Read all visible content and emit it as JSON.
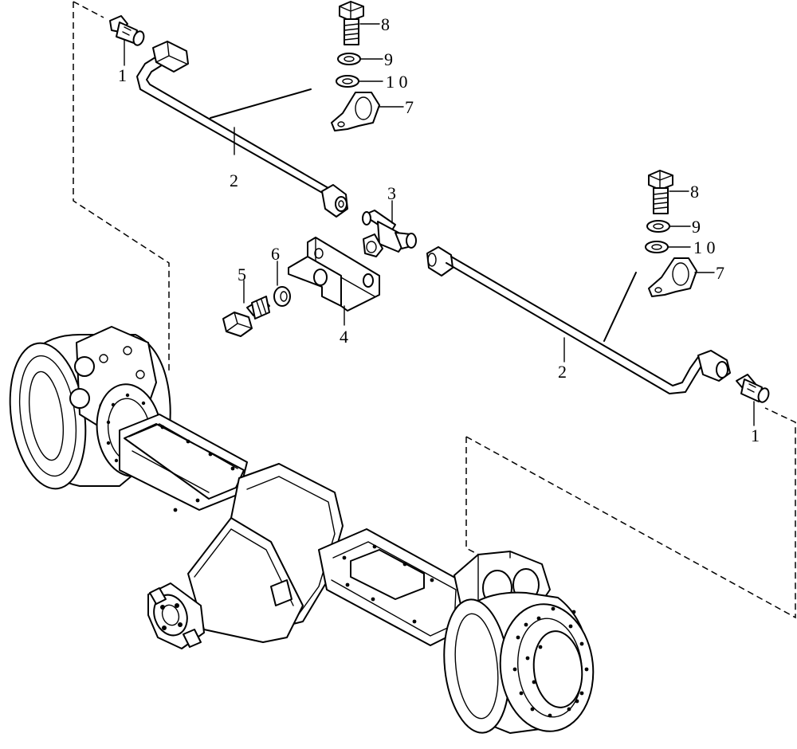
{
  "diagram": {
    "callouts": [
      {
        "id": "c1a",
        "text": "1"
      },
      {
        "id": "c1b",
        "text": "1"
      },
      {
        "id": "c2a",
        "text": "2"
      },
      {
        "id": "c2b",
        "text": "2"
      },
      {
        "id": "c3",
        "text": "3"
      },
      {
        "id": "c4",
        "text": "4"
      },
      {
        "id": "c5",
        "text": "5"
      },
      {
        "id": "c6",
        "text": "6"
      },
      {
        "id": "c7a",
        "text": "7"
      },
      {
        "id": "c7b",
        "text": "7"
      },
      {
        "id": "c8a",
        "text": "8"
      },
      {
        "id": "c8b",
        "text": "8"
      },
      {
        "id": "c9a",
        "text": "9"
      },
      {
        "id": "c9b",
        "text": "9"
      },
      {
        "id": "c10a",
        "text": "1 0"
      },
      {
        "id": "c10b",
        "text": "1 0"
      }
    ]
  }
}
